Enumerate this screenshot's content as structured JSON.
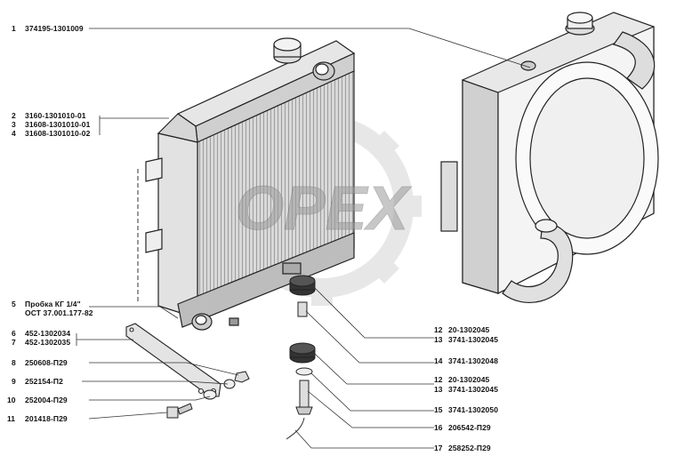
{
  "watermark": "OPEX",
  "callouts_left": [
    {
      "num": "1",
      "code": "374195-1301009"
    },
    {
      "num": "2",
      "code": "3160-1301010-01"
    },
    {
      "num": "3",
      "code": "31608-1301010-01"
    },
    {
      "num": "4",
      "code": "31608-1301010-02"
    },
    {
      "num": "5",
      "code": "Пробка КГ 1/4\""
    },
    {
      "num": "",
      "code": "ОСТ 37.001.177-82"
    },
    {
      "num": "6",
      "code": "452-1302034"
    },
    {
      "num": "7",
      "code": "452-1302035"
    },
    {
      "num": "8",
      "code": "250608-П29"
    },
    {
      "num": "9",
      "code": "252154-П2"
    },
    {
      "num": "10",
      "code": "252004-П29"
    },
    {
      "num": "11",
      "code": "201418-П29"
    }
  ],
  "callouts_right": [
    {
      "num": "12",
      "code": "20-1302045"
    },
    {
      "num": "13",
      "code": "3741-1302045"
    },
    {
      "num": "14",
      "code": "3741-1302048"
    },
    {
      "num": "12",
      "code": "20-1302045"
    },
    {
      "num": "13",
      "code": "3741-1302045"
    },
    {
      "num": "15",
      "code": "3741-1302050"
    },
    {
      "num": "16",
      "code": "206542-П29"
    },
    {
      "num": "17",
      "code": "258252-П29"
    }
  ]
}
